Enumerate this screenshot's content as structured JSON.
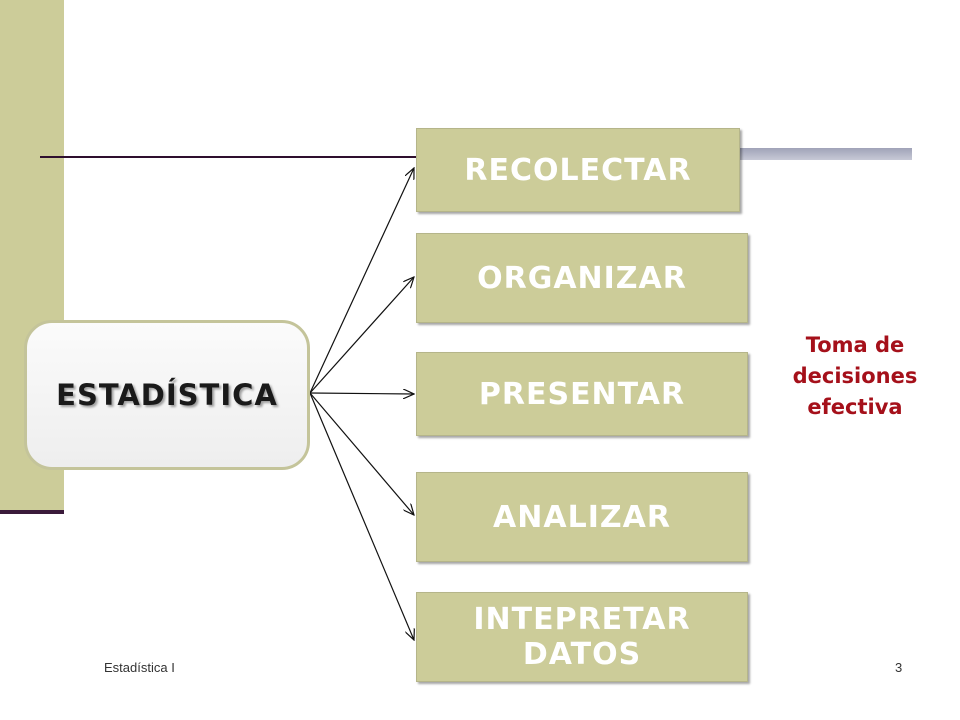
{
  "diagram": {
    "center": "ESTADÍSTICA",
    "steps": [
      "RECOLECTAR",
      "ORGANIZAR",
      "PRESENTAR",
      "ANALIZAR",
      "INTEPRETAR DATOS"
    ],
    "outcome": "Toma de decisiones efectiva"
  },
  "footer": {
    "course": "Estadística I",
    "page_number": "3"
  },
  "colors": {
    "accent": "#cccc99",
    "outcome_text": "#a5101a",
    "step_text": "#ffffff"
  }
}
